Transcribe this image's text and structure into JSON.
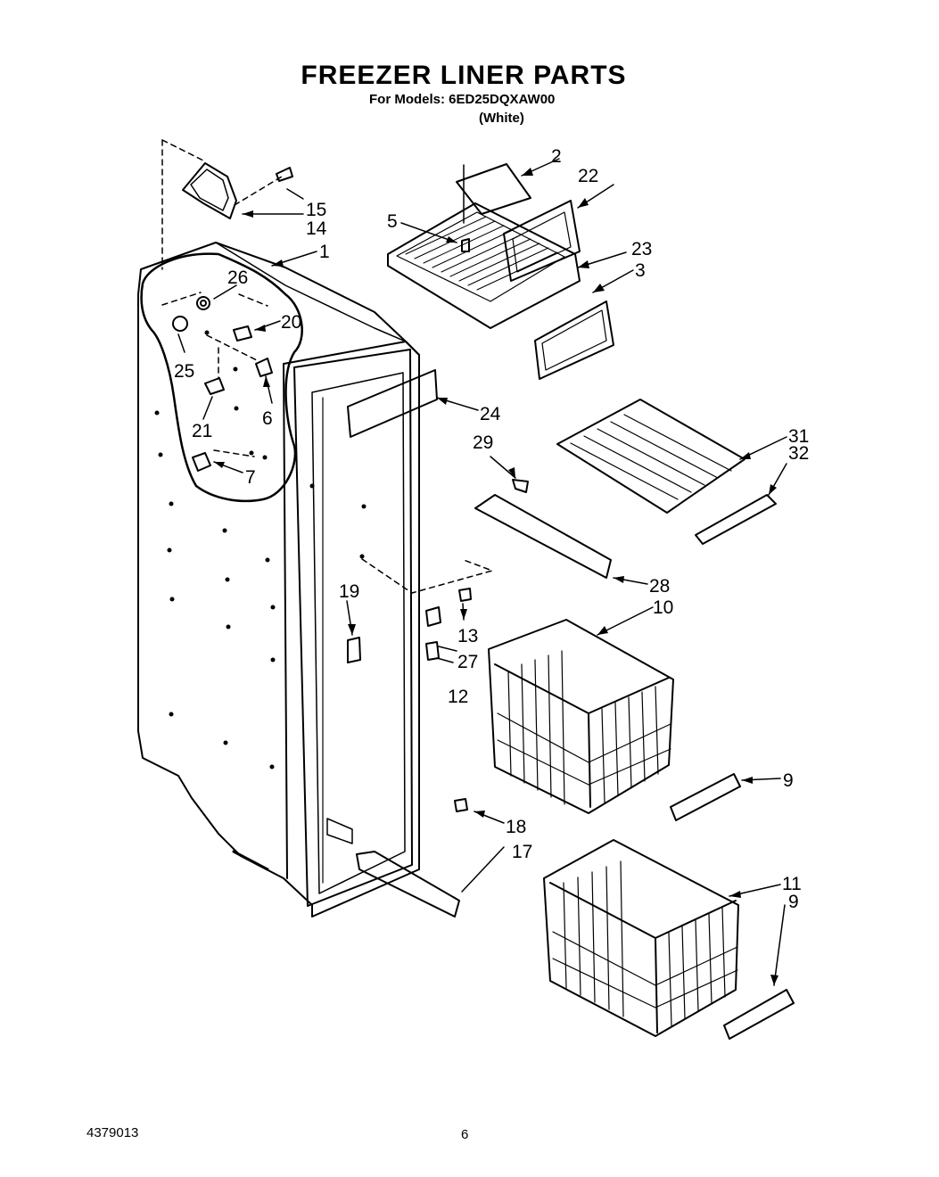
{
  "header": {
    "title": "FREEZER LINER PARTS",
    "models_line": "For Models: 6ED25DQXAW00",
    "color_line": "(White)"
  },
  "footer": {
    "doc_number": "4379013",
    "page_number": "6"
  },
  "callouts": {
    "c1": "1",
    "c2": "2",
    "c3": "3",
    "c5": "5",
    "c6": "6",
    "c7": "7",
    "c9a": "9",
    "c9b": "9",
    "c10": "10",
    "c11": "11",
    "c12": "12",
    "c13": "13",
    "c14": "14",
    "c15": "15",
    "c17": "17",
    "c18": "18",
    "c19": "19",
    "c20": "20",
    "c21": "21",
    "c22": "22",
    "c23": "23",
    "c24": "24",
    "c25": "25",
    "c26": "26",
    "c27": "27",
    "c28": "28",
    "c29": "29",
    "c31": "31",
    "c32": "32"
  }
}
